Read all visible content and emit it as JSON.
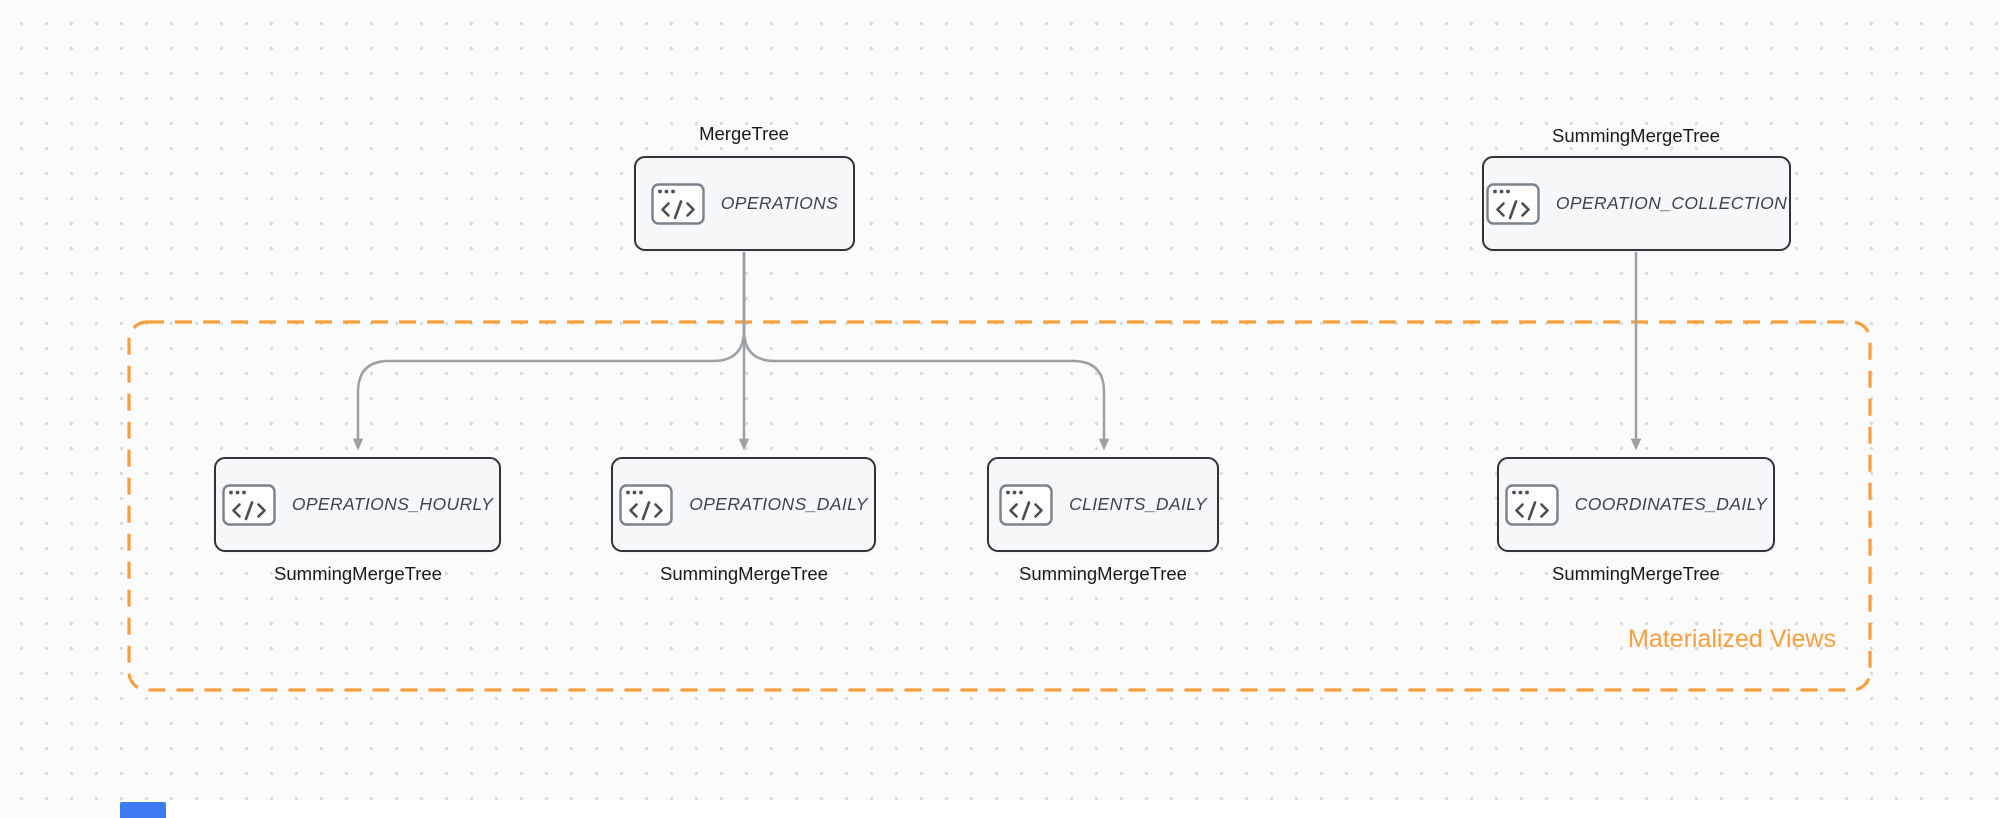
{
  "colors": {
    "background": "#FBFBFB",
    "dot_grid": "#DBDBDE",
    "node_fill": "#F6F7F8",
    "node_border": "#30343A",
    "node_text": "#3E444B",
    "engine_text": "#17191C",
    "arrow": "#9CA1A6",
    "group_border": "#F89E3B",
    "group_label_color": "#F89E3B"
  },
  "icons": {
    "node_icon": "code-window-icon"
  },
  "nodes": {
    "operations": {
      "label": "OPERATIONS",
      "engine": "MergeTree"
    },
    "operation_collection": {
      "label": "OPERATION_COLLECTION",
      "engine": "SummingMergeTree"
    },
    "operations_hourly": {
      "label": "OPERATIONS_HOURLY",
      "engine": "SummingMergeTree"
    },
    "operations_daily": {
      "label": "OPERATIONS_DAILY",
      "engine": "SummingMergeTree"
    },
    "clients_daily": {
      "label": "CLIENTS_DAILY",
      "engine": "SummingMergeTree"
    },
    "coordinates_daily": {
      "label": "COORDINATES_DAILY",
      "engine": "SummingMergeTree"
    }
  },
  "group": {
    "label": "Materialized Views"
  },
  "edges": [
    {
      "from": "OPERATIONS",
      "to": "OPERATIONS_HOURLY"
    },
    {
      "from": "OPERATIONS",
      "to": "OPERATIONS_DAILY"
    },
    {
      "from": "OPERATIONS",
      "to": "CLIENTS_DAILY"
    },
    {
      "from": "OPERATION_COLLECTION",
      "to": "COORDINATES_DAILY"
    }
  ]
}
